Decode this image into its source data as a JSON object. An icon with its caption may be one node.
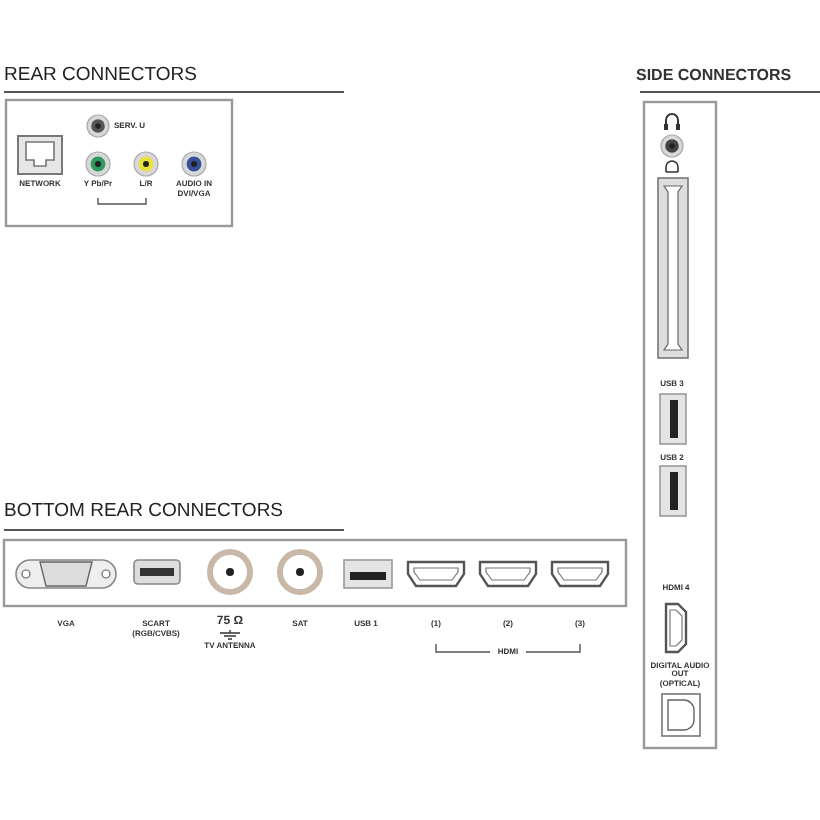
{
  "diagram": {
    "labels": [
      "REAR CONNECTORS",
      "SIDE CONNECTORS",
      "SERV. U",
      "NETWORK",
      "Y Pb/Pr",
      "L/R",
      "AUDIO IN",
      "DVI/VGA",
      "BOTTOM REAR CONNECTORS",
      "VGA",
      "SCART",
      "(RGB/CVBS)",
      "75 Ω",
      "TV ANTENNA",
      "SAT",
      "USB 1",
      "(1)",
      "(2)",
      "(3)",
      "HDMI",
      "USB 3",
      "USB 2",
      "HDMI 4",
      "DIGITAL AUDIO OUT",
      "(OPTICAL)"
    ]
  }
}
